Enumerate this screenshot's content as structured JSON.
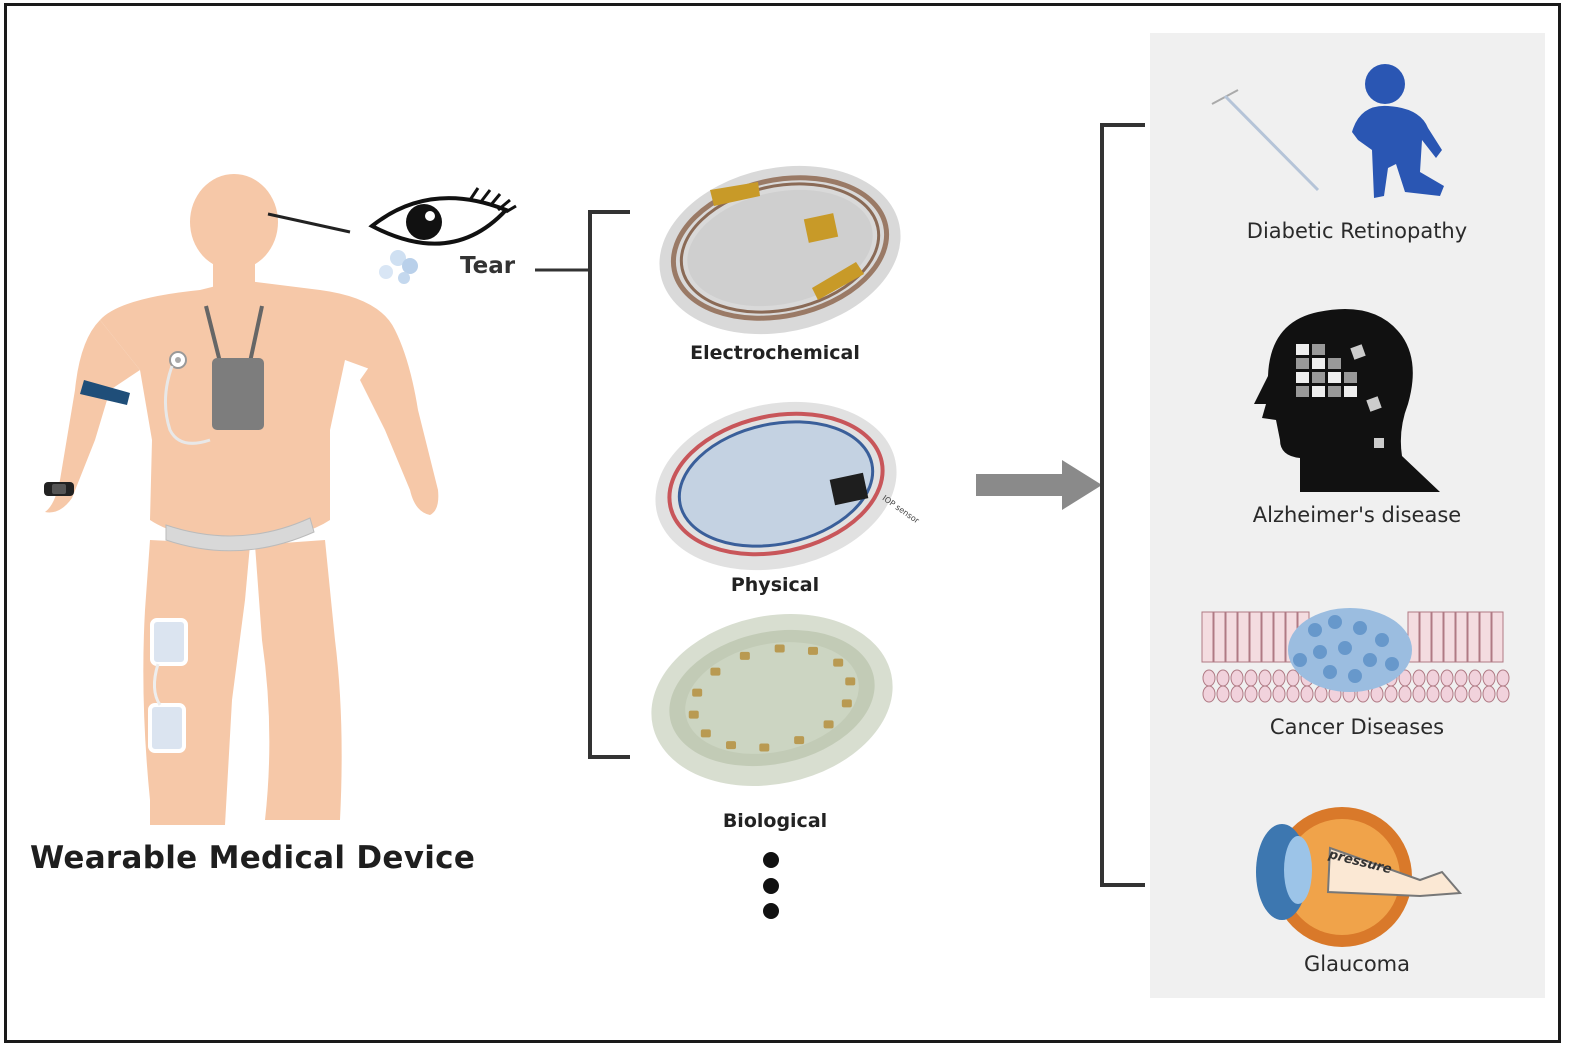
{
  "title": "Wearable Medical Device",
  "tear_label": "Tear",
  "sensors": {
    "electrochemical": "Electrochemical",
    "physical": "Physical",
    "biological": "Biological"
  },
  "iop_sensor_text": "IOP sensor",
  "diseases": {
    "diabetic_retinopathy": "Diabetic Retinopathy",
    "alzheimers": "Alzheimer's disease",
    "cancer": "Cancer Diseases",
    "glaucoma": "Glaucoma"
  },
  "pressure_text": "pressure",
  "colors": {
    "skin": "#f6c8a8",
    "device_gray": "#7d7d7d",
    "band_blue": "#1f4e79",
    "panel_bg": "#f0f0f0",
    "arrow_gray": "#8a8a8a",
    "figure_blue": "#2a56b3"
  }
}
